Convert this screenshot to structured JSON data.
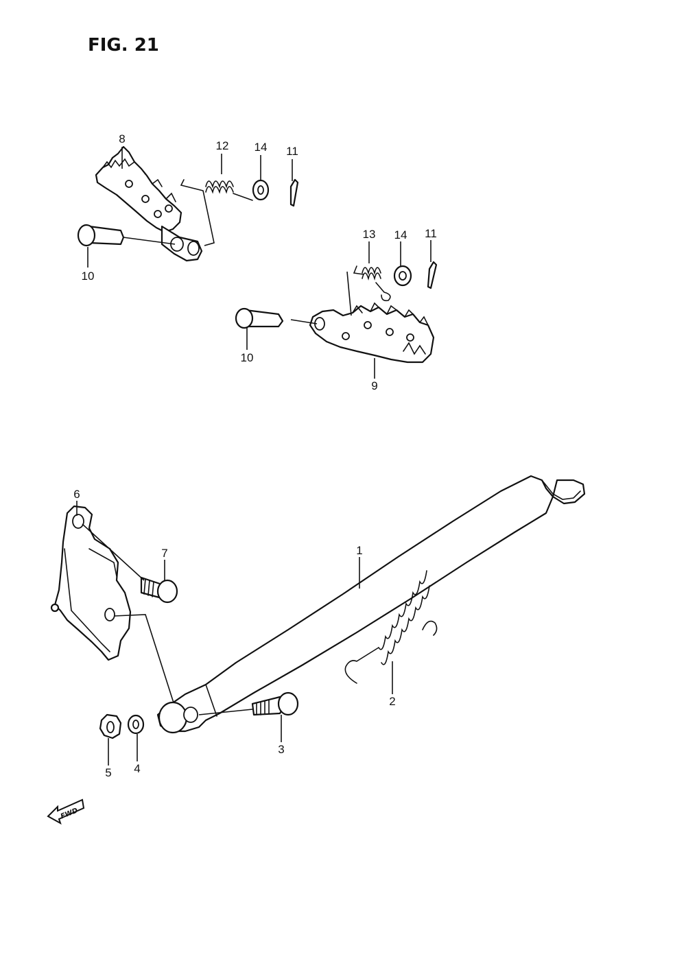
{
  "figure": {
    "title": "FIG. 21"
  },
  "callouts": [
    {
      "id": "c1",
      "number": "1"
    },
    {
      "id": "c2",
      "number": "2"
    },
    {
      "id": "c3",
      "number": "3"
    },
    {
      "id": "c4",
      "number": "4"
    },
    {
      "id": "c5",
      "number": "5"
    },
    {
      "id": "c6",
      "number": "6"
    },
    {
      "id": "c7",
      "number": "7"
    },
    {
      "id": "c8",
      "number": "8"
    },
    {
      "id": "c9",
      "number": "9"
    },
    {
      "id": "c10a",
      "number": "10"
    },
    {
      "id": "c10b",
      "number": "10"
    },
    {
      "id": "c11a",
      "number": "11"
    },
    {
      "id": "c11b",
      "number": "11"
    },
    {
      "id": "c12",
      "number": "12"
    },
    {
      "id": "c13",
      "number": "13"
    },
    {
      "id": "c14a",
      "number": "14"
    },
    {
      "id": "c14b",
      "number": "14"
    }
  ],
  "direction_marker": {
    "label": "FWD",
    "icon": "arrow-left-icon"
  }
}
